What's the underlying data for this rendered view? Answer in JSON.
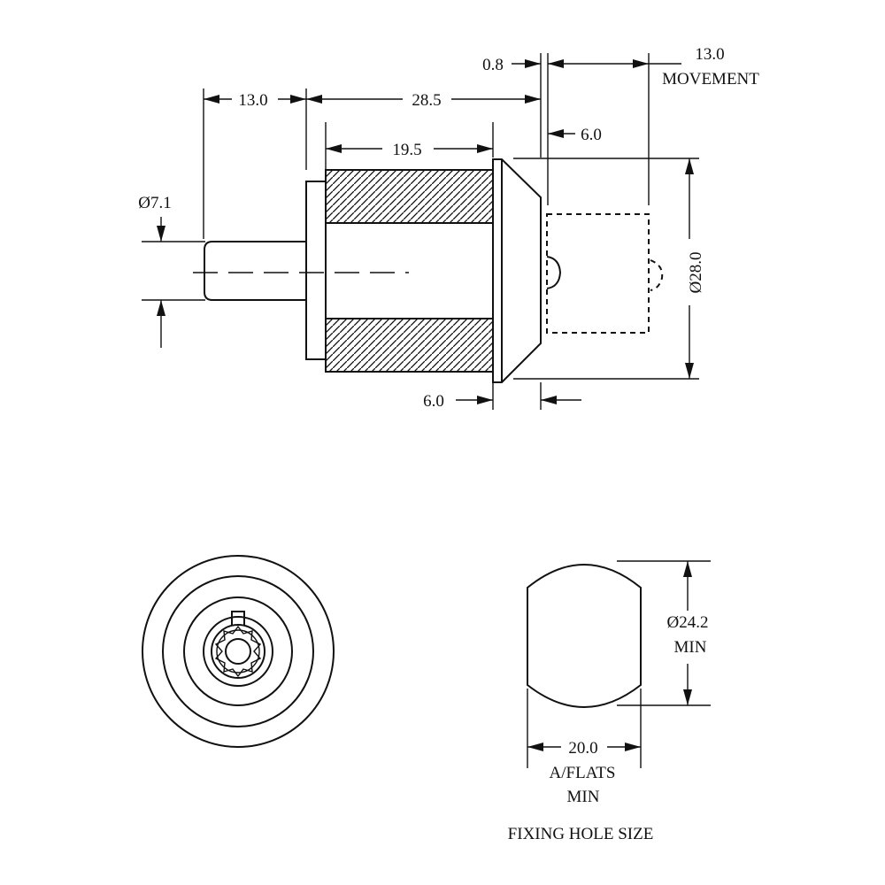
{
  "side_view": {
    "dim_shaft_length": "13.0",
    "dim_body_length": "28.5",
    "dim_thread_length": "19.5",
    "dim_shaft_dia": "Ø7.1",
    "dim_flange": "0.8",
    "dim_movement": "13.0",
    "dim_movement_label": "MOVEMENT",
    "dim_cam_offset": "6.0",
    "dim_flange_dia": "Ø28.0",
    "dim_bottom": "6.0"
  },
  "fixing_hole": {
    "dim_dia": "Ø24.2",
    "dim_dia_note": "MIN",
    "dim_flats": "20.0",
    "dim_flats_note": "A/FLATS",
    "dim_flats_note2": "MIN",
    "title": "FIXING HOLE SIZE"
  }
}
